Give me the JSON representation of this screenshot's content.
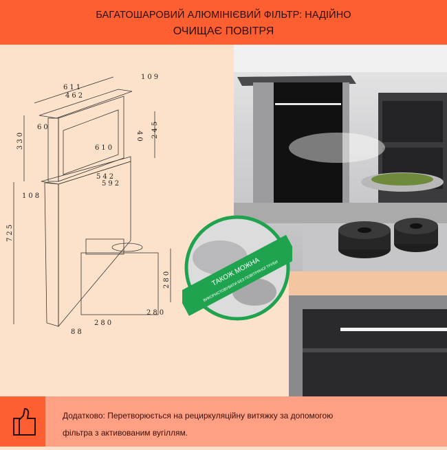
{
  "header": {
    "line1": "БАГАТОШАРОВИЙ АЛЮМІНІЄВИЙ ФІЛЬТР: НАДІЙНО",
    "line2": "ОЧИЩАЄ ПОВІТРЯ"
  },
  "drawing": {
    "dims": {
      "d611": "611",
      "d462": "462",
      "d109": "109",
      "d60": "60",
      "d330": "330",
      "d245": "245",
      "d40": "40",
      "d610": "610",
      "d542": "542",
      "d592": "592",
      "d108": "108",
      "d725": "725",
      "d280a": "280",
      "d280b": "280",
      "d280c": "280",
      "d88": "88"
    }
  },
  "badge": {
    "title": "ТАКОЖ МОЖНА",
    "subtitle": "ВИКОРИСТОВУВАТИ БЕЗ ПОВІТРЯНОЇ ТРУБИ"
  },
  "footer": {
    "line1": "Додатково: Перетворюється на рециркуляційну витяжку за допомогою",
    "line2": "фільтра з активованим вугіллям."
  },
  "colors": {
    "accent": "#fe5f31",
    "salmon": "#ffa085",
    "peach": "#fde2cb",
    "green": "#1fa34e"
  }
}
